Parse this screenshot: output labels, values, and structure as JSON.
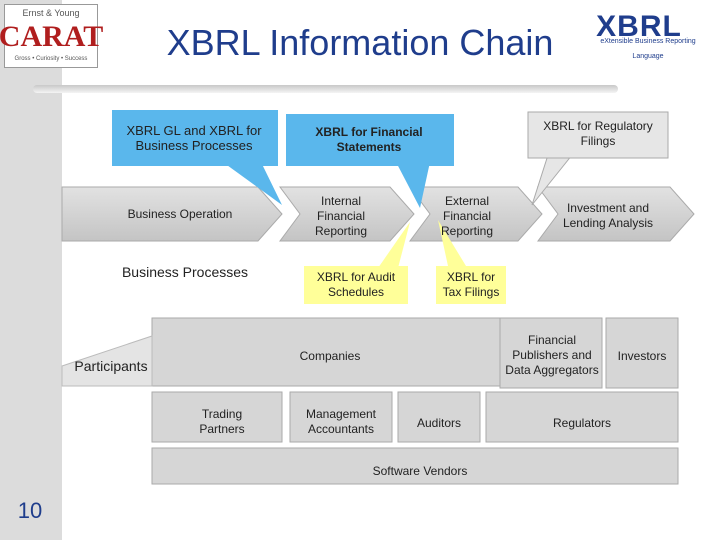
{
  "slide": {
    "title": "XBRL Information Chain",
    "page_number": "10"
  },
  "logos": {
    "left": {
      "line1": "Ernst & Young",
      "line2": "CARAT",
      "line3": "Gross • Curiosity • Success"
    },
    "right": {
      "line1": "XBRL",
      "line2": "eXtensible Business Reporting Language"
    }
  },
  "callouts": {
    "gl": "XBRL GL and XBRL for Business Processes",
    "financial": "XBRL for Financial Statements",
    "regulatory": "XBRL for Regulatory Filings",
    "audit": "XBRL for Audit Schedules",
    "tax": "XBRL for Tax Filings"
  },
  "chain": {
    "business_operation": "Business Operation",
    "internal": "Internal Financial Reporting",
    "external": "External Financial Reporting",
    "investment": "Investment and Lending Analysis"
  },
  "labels": {
    "business_processes": "Business Processes",
    "participants": "Participants"
  },
  "participants": {
    "companies": "Companies",
    "publishers": "Financial Publishers and Data Aggregators",
    "investors": "Investors",
    "trading": "Trading Partners",
    "management": "Management Accountants",
    "auditors": "Auditors",
    "regulators": "Regulators",
    "vendors": "Software Vendors"
  },
  "colors": {
    "callout_blue": "#5ab7ec",
    "callout_yellow": "#ffff99",
    "arrow_gray": "#cfcfcf",
    "box_gray": "#d2d2d2",
    "title_blue": "#1f3d8c"
  }
}
